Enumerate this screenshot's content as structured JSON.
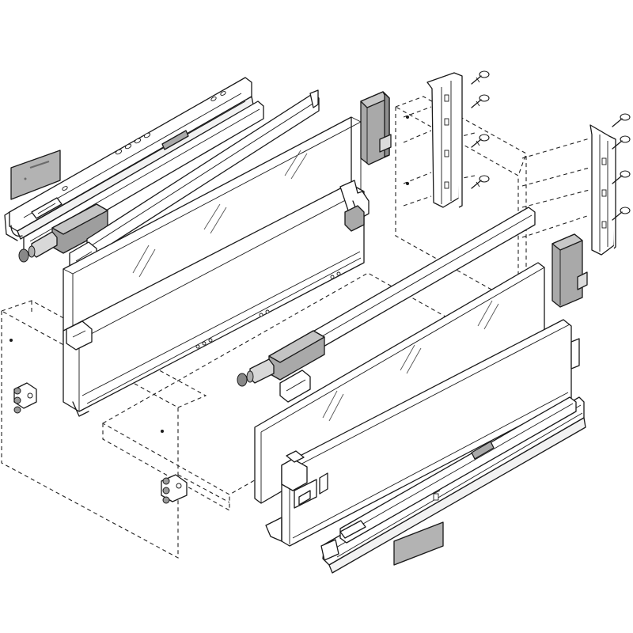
{
  "colors": {
    "stroke": "#1a1a1a",
    "panel": "#ffffff",
    "part_fill": "#a9a9a9",
    "light_fill": "#e8e8e8",
    "label_fill": "#b3b3b3"
  },
  "parts": [
    {
      "id": "left-runner-assembly",
      "icon": "drawer-runner"
    },
    {
      "id": "left-drawer-side-panel",
      "icon": "drawer-side"
    },
    {
      "id": "left-gallery-rail",
      "icon": "gallery-rail"
    },
    {
      "id": "left-glass-panel",
      "icon": "glass-panel"
    },
    {
      "id": "left-rear-bracket",
      "icon": "rear-bracket"
    },
    {
      "id": "right-rear-bracket",
      "icon": "rear-bracket"
    },
    {
      "id": "left-front-clip",
      "icon": "front-clip"
    },
    {
      "id": "right-front-clip",
      "icon": "front-clip"
    },
    {
      "id": "right-gallery-rail",
      "icon": "gallery-rail"
    },
    {
      "id": "right-glass-panel",
      "icon": "glass-panel"
    },
    {
      "id": "right-drawer-side-panel",
      "icon": "drawer-side"
    },
    {
      "id": "right-runner-assembly",
      "icon": "drawer-runner"
    },
    {
      "id": "left-cover-cap",
      "icon": "cover-cap"
    },
    {
      "id": "right-cover-cap",
      "icon": "cover-cap"
    },
    {
      "id": "screw-set",
      "icon": "screw"
    },
    {
      "id": "cabinet-outline",
      "icon": "cabinet"
    },
    {
      "id": "front-adjusters",
      "icon": "adjuster"
    }
  ]
}
